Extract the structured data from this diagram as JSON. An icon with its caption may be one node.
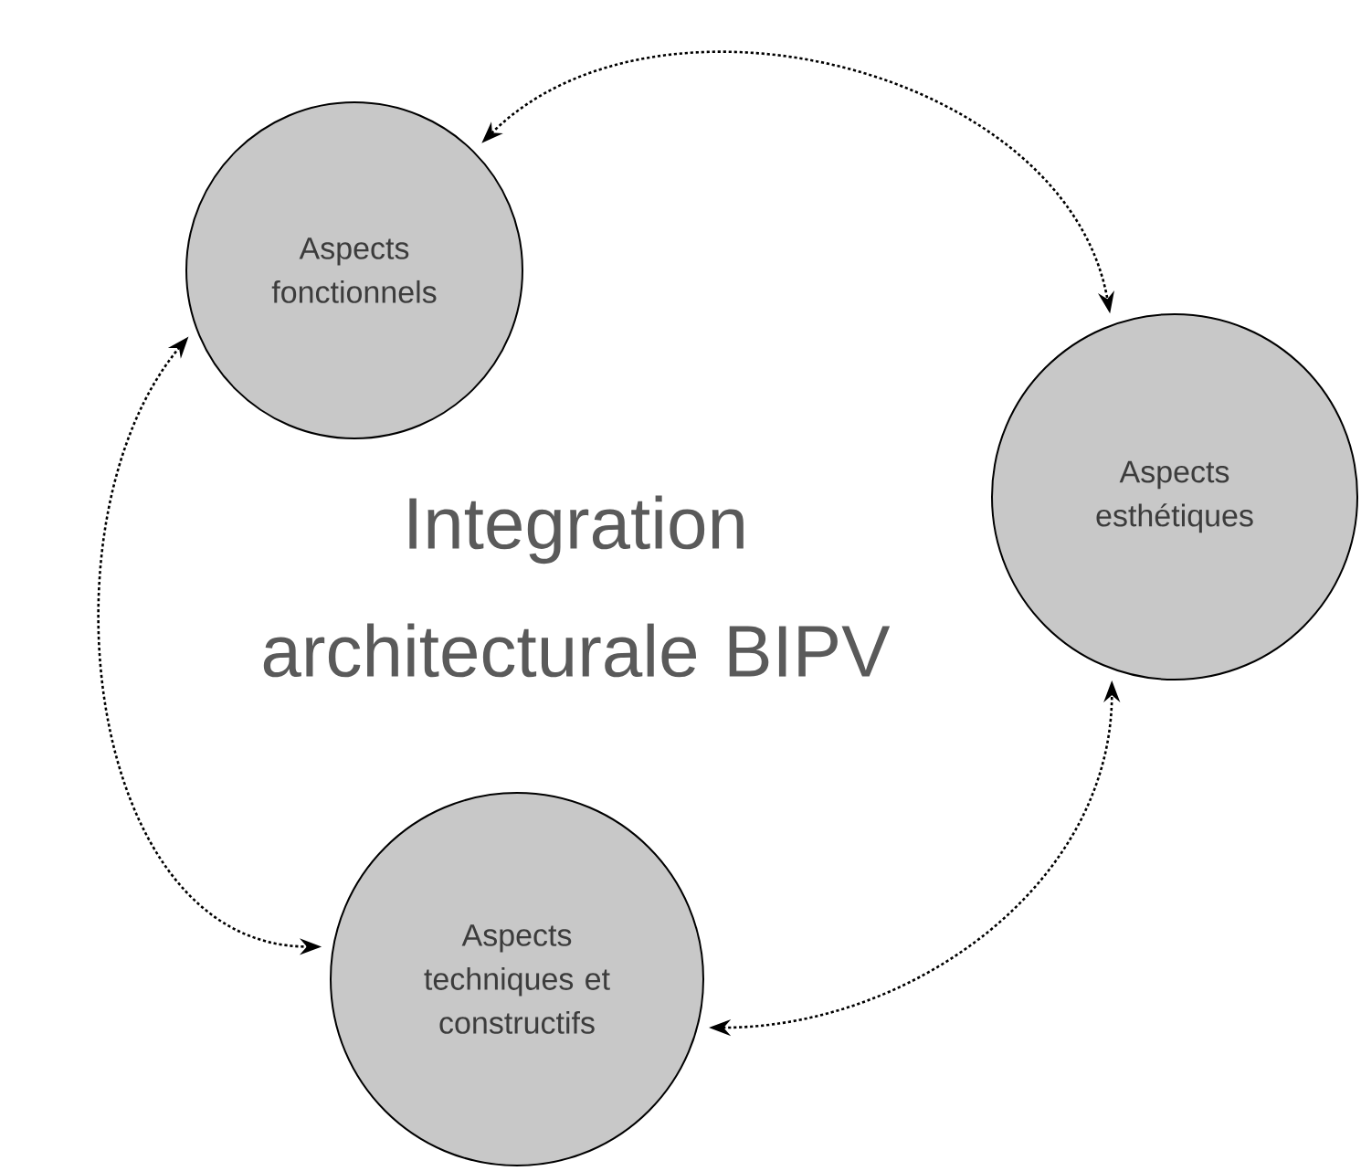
{
  "diagram": {
    "title": "Integration architecturale BIPV",
    "nodes": [
      {
        "text": [
          "Aspects fonctionnels"
        ]
      },
      {
        "text": [
          "Aspects esthétiques"
        ]
      },
      {
        "text": [
          "Aspects techniques et constructifs"
        ]
      }
    ],
    "edges": [
      {
        "from": 0,
        "to": 1,
        "arrow": "both",
        "style": "dashed"
      },
      {
        "from": 0,
        "to": 2,
        "arrow": "both",
        "style": "dashed"
      },
      {
        "from": 2,
        "to": 1,
        "arrow": "both",
        "style": "dashed"
      }
    ]
  }
}
